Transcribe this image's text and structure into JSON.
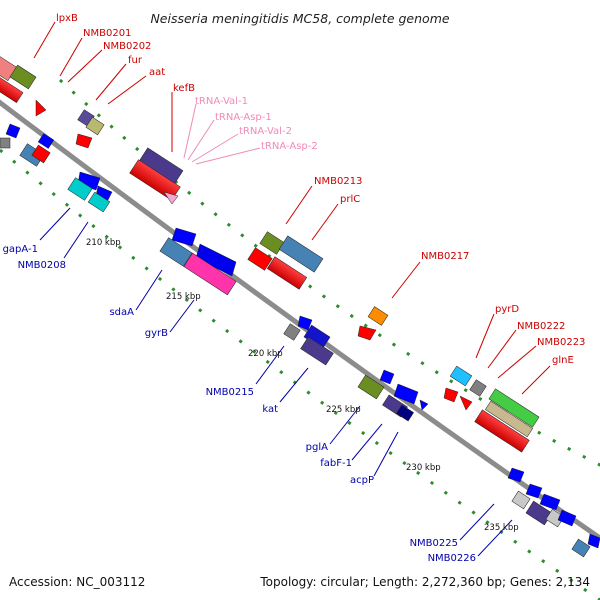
{
  "title": "Neisseria meningitidis MC58, complete genome",
  "footer": {
    "accession": "Accession: NC_003112",
    "topology": "Topology: circular; Length: 2,272,360 bp; Genes: 2,134"
  },
  "colors": {
    "backbone": "#8c8c8c",
    "tick": "#2e8b2e",
    "forward_label": "#cc0000",
    "reverse_label": "#0000aa",
    "trna_label": "#f08ab8"
  },
  "kbp_ticks": [
    "210 kbp",
    "215 kbp",
    "220 kbp",
    "225 kbp",
    "230 kbp",
    "235 kbp"
  ],
  "forward_labels": [
    "lpxB",
    "NMB0201",
    "NMB0202",
    "fur",
    "aat",
    "kefB",
    "NMB0213",
    "prlC",
    "NMB0217",
    "pyrD",
    "NMB0222",
    "NMB0223",
    "glnE"
  ],
  "trna_labels": [
    "tRNA-Val-1",
    "tRNA-Asp-1",
    "tRNA-Val-2",
    "tRNA-Asp-2"
  ],
  "reverse_labels": [
    "gapA-1",
    "NMB0208",
    "sdaA",
    "gyrB",
    "NMB0215",
    "kat",
    "pglA",
    "fabF-1",
    "acpP",
    "NMB0225",
    "NMB0226"
  ]
}
